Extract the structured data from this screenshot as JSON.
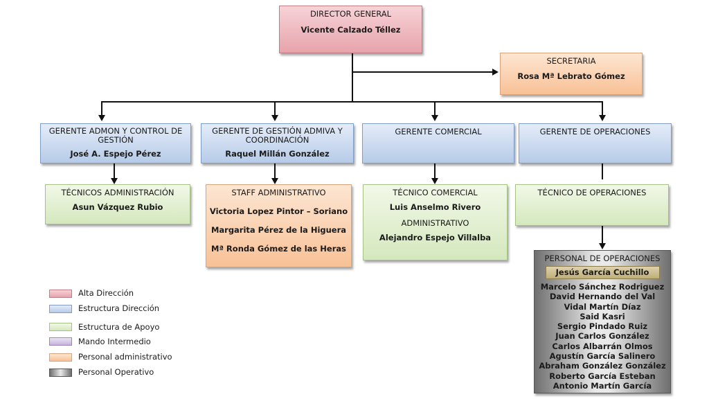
{
  "director": {
    "title": "DIRECTOR GENERAL",
    "name": "Vicente Calzado Téllez"
  },
  "secretaria": {
    "title": "SECRETARIA",
    "name": "Rosa Mª Lebrato Gómez"
  },
  "gerentes": [
    {
      "title": "GERENTE  ADMON Y CONTROL DE GESTIÓN",
      "name": "José A. Espejo Pérez"
    },
    {
      "title": "GERENTE DE GESTIÓN ADMIVA Y COORDINACIÓN",
      "name": "Raquel Millán  González"
    },
    {
      "title": "GERENTE COMERCIAL",
      "name": ""
    },
    {
      "title": "GERENTE DE OPERACIONES",
      "name": ""
    }
  ],
  "tecnicos_admin": {
    "title": "TÉCNICOS  ADMINISTRACIÓN",
    "name": "Asun Vázquez Rubio"
  },
  "staff": {
    "title": "STAFF ADMINISTRATIVO",
    "names": [
      "Victoria Lopez Pintor – Soriano",
      "Margarita Pérez de la Higuera",
      "Mª Ronda Gómez de las Heras"
    ]
  },
  "tecnico_comercial": {
    "title": "TÉCNICO COMERCIAL",
    "name": "Luis  Anselmo Rivero",
    "title2": "ADMINISTRATIVO",
    "name2": "Alejandro Espejo Villalba"
  },
  "tecnico_operaciones": {
    "title": "TÉCNICO DE OPERACIONES"
  },
  "personal_operaciones": {
    "title": "PERSONAL DE OPERACIONES",
    "lead": "Jesús García  Cuchillo",
    "names": [
      "Marcelo Sánchez Rodriguez",
      "David Hernando del Val",
      "Vidal Martín Díaz",
      "Said Kasri",
      "Sergio Pindado Ruiz",
      "Juan Carlos González",
      "Carlos Albarrán Olmos",
      "Agustín García Salinero",
      "Abraham González González",
      "Roberto García Esteban",
      "Antonio Martín García"
    ]
  },
  "legend": [
    {
      "label": "Alta Dirección",
      "color": "#e9a7af"
    },
    {
      "label": "Estructura Dirección",
      "color": "#b9cde9"
    },
    {
      "label": "Estructura de Apoyo",
      "color": "#d3e7bd"
    },
    {
      "label": "Mando Intermedio",
      "color": "#c5b3dc"
    },
    {
      "label": "Personal administrativo",
      "color": "#f8c196"
    },
    {
      "label": "Personal Operativo",
      "color": "#6f6f6f"
    }
  ]
}
